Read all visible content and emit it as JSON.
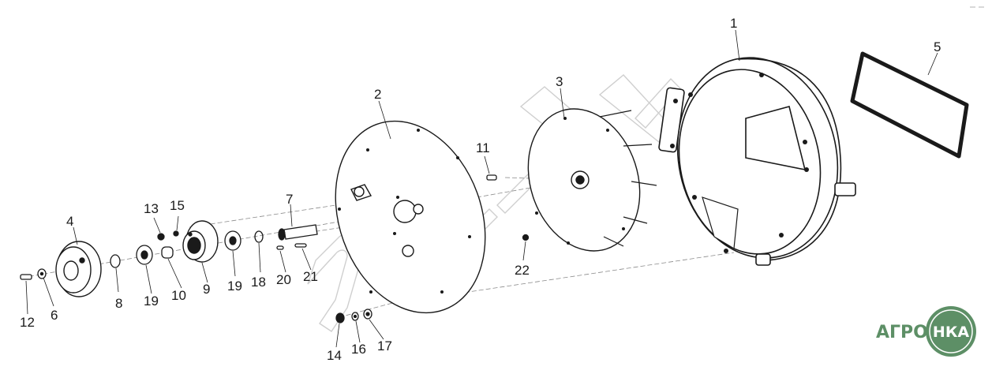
{
  "diagram": {
    "type": "exploded-assembly",
    "watermark": "nka-by",
    "logo": {
      "prefix": "АГРО",
      "badge": "НКА",
      "color": "#5d8f66"
    },
    "parts": [
      {
        "id": "1",
        "label": "1"
      },
      {
        "id": "2",
        "label": "2"
      },
      {
        "id": "3",
        "label": "3"
      },
      {
        "id": "4",
        "label": "4"
      },
      {
        "id": "5",
        "label": "5"
      },
      {
        "id": "6",
        "label": "6"
      },
      {
        "id": "7",
        "label": "7"
      },
      {
        "id": "8",
        "label": "8"
      },
      {
        "id": "9",
        "label": "9"
      },
      {
        "id": "10",
        "label": "10"
      },
      {
        "id": "11",
        "label": "11"
      },
      {
        "id": "12",
        "label": "12"
      },
      {
        "id": "13",
        "label": "13"
      },
      {
        "id": "14",
        "label": "14"
      },
      {
        "id": "15",
        "label": "15"
      },
      {
        "id": "16",
        "label": "16"
      },
      {
        "id": "17",
        "label": "17"
      },
      {
        "id": "18",
        "label": "18"
      },
      {
        "id": "19a",
        "label": "19"
      },
      {
        "id": "19b",
        "label": "19"
      },
      {
        "id": "20",
        "label": "20"
      },
      {
        "id": "21",
        "label": "21"
      },
      {
        "id": "22",
        "label": "22"
      }
    ]
  }
}
